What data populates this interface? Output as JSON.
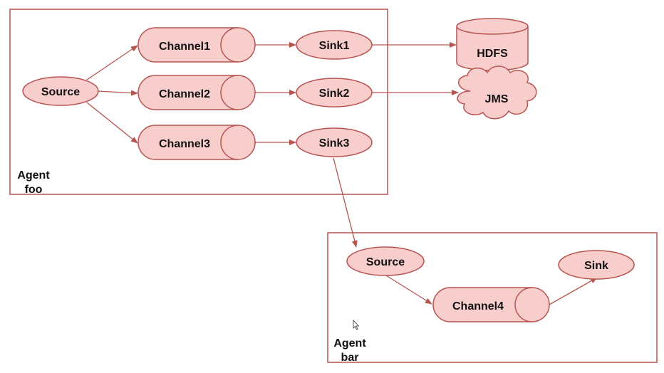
{
  "colors": {
    "stroke": "#b85450",
    "fill": "#f8cecc",
    "text": "#111111",
    "background": "#ffffff"
  },
  "agent_foo": {
    "label_line1": "Agent",
    "label_line2": "foo",
    "source": "Source",
    "channels": [
      "Channel1",
      "Channel2",
      "Channel3"
    ],
    "sinks": [
      "Sink1",
      "Sink2",
      "Sink3"
    ]
  },
  "external": {
    "hdfs": "HDFS",
    "jms": "JMS"
  },
  "agent_bar": {
    "label_line1": "Agent",
    "label_line2": "bar",
    "source": "Source",
    "channel": "Channel4",
    "sink": "Sink"
  }
}
